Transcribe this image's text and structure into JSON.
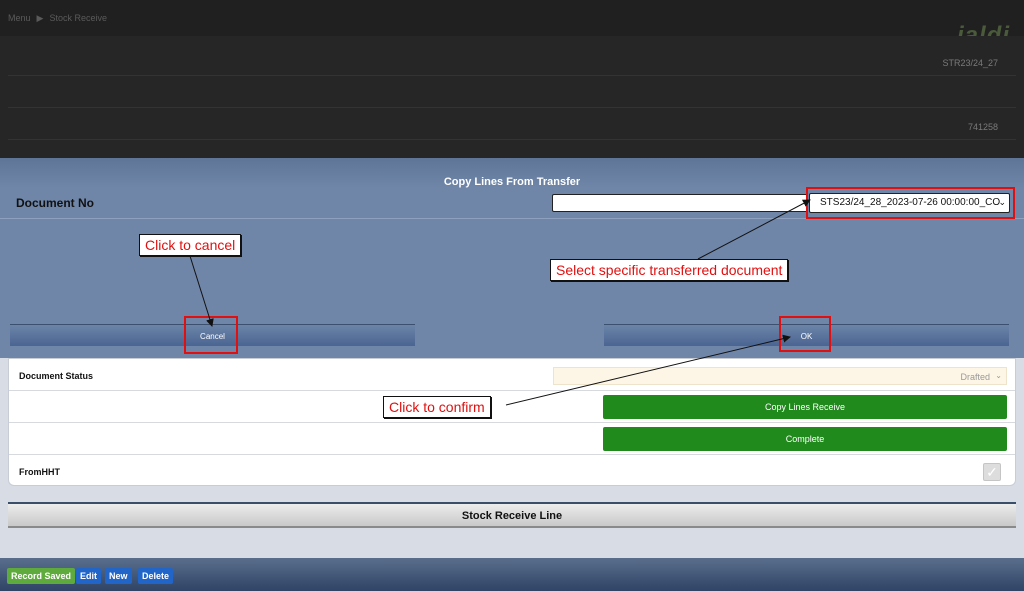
{
  "background": {
    "breadcrumb": [
      "Menu",
      "Stock Receive"
    ],
    "logo": "jaldi",
    "row_values": [
      "STR23/24_27",
      "",
      "741258"
    ]
  },
  "dialog": {
    "title": "Copy Lines From Transfer",
    "document_no_label": "Document No",
    "document_select_value": "STS23/24_28_2023-07-26 00:00:00_CO",
    "cancel_label": "Cancel",
    "ok_label": "OK"
  },
  "form": {
    "document_status_label": "Document Status",
    "document_status_value": "Drafted",
    "copy_lines_label": "Copy Lines Receive",
    "complete_label": "Complete",
    "fromhht_label": "FromHHT",
    "fromhht_checked": true
  },
  "lines_section": {
    "title": "Stock Receive Line"
  },
  "footer": {
    "record_saved": "Record Saved",
    "edit": "Edit",
    "new": "New",
    "delete": "Delete"
  },
  "annotations": {
    "cancel_note": "Click to cancel",
    "select_note": "Select specific transferred document",
    "confirm_note": "Click to confirm"
  },
  "colors": {
    "modal_bg": "#6f86a8",
    "action_green": "#218a1d",
    "annotation_red": "#e01010",
    "footer_blue": "#2265c8"
  }
}
